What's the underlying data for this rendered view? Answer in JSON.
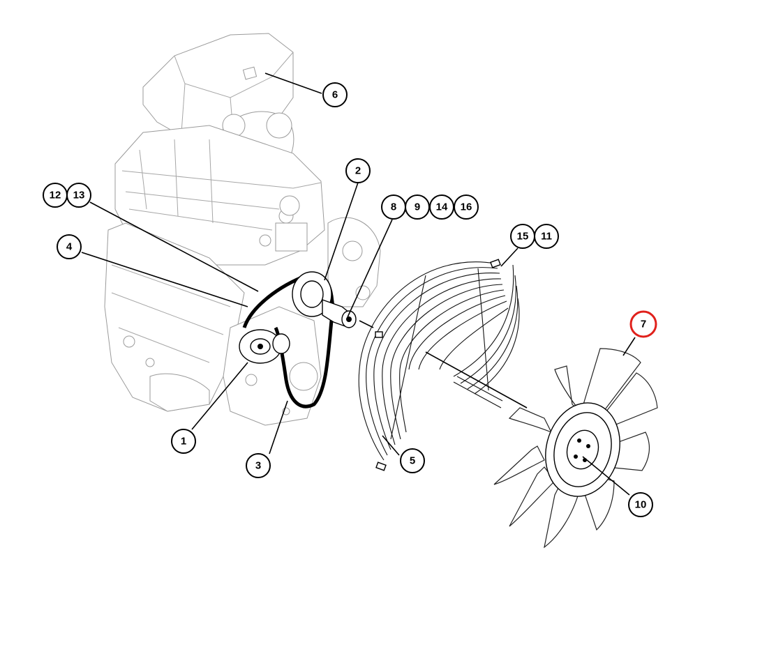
{
  "colors": {
    "callout_stroke": "#000000",
    "highlight": "#e0201b",
    "engine_line": "#9a9a9a"
  },
  "callouts": [
    {
      "id": "c1",
      "label": "1"
    },
    {
      "id": "c2",
      "label": "2"
    },
    {
      "id": "c3",
      "label": "3"
    },
    {
      "id": "c4",
      "label": "4"
    },
    {
      "id": "c5",
      "label": "5"
    },
    {
      "id": "c6",
      "label": "6"
    },
    {
      "id": "c7",
      "label": "7",
      "highlighted": true
    },
    {
      "id": "c8",
      "label": "8"
    },
    {
      "id": "c9",
      "label": "9"
    },
    {
      "id": "c10",
      "label": "10"
    },
    {
      "id": "c11",
      "label": "11"
    },
    {
      "id": "c12",
      "label": "12"
    },
    {
      "id": "c13",
      "label": "13"
    },
    {
      "id": "c14",
      "label": "14"
    },
    {
      "id": "c15",
      "label": "15"
    },
    {
      "id": "c16",
      "label": "16"
    }
  ],
  "icons": {
    "engine": "engine-block-icon",
    "fan": "fan-blade-icon",
    "guard": "fan-guard-icon",
    "belt": "drive-belt-icon"
  }
}
